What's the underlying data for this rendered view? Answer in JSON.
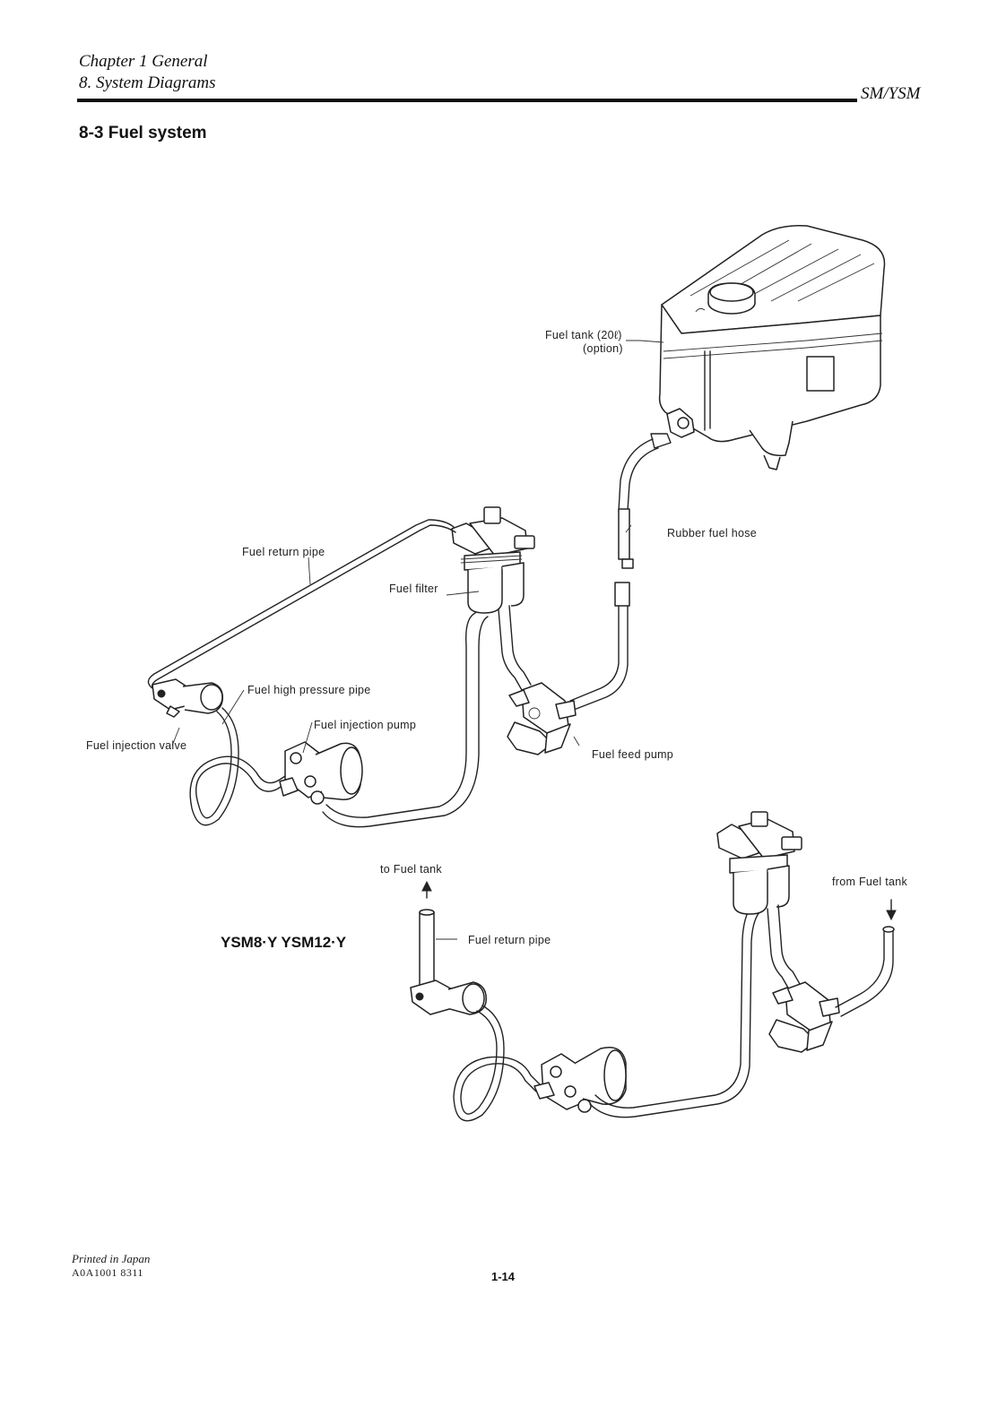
{
  "header": {
    "chapter": "Chapter 1 General",
    "section": "8. System Diagrams",
    "model": "SM/YSM"
  },
  "section_title": "8-3 Fuel system",
  "labels": {
    "fuel_tank": "Fuel tank (20ℓ)",
    "fuel_tank_option": "(option)",
    "rubber_fuel_hose": "Rubber fuel hose",
    "fuel_return_pipe": "Fuel return pipe",
    "fuel_filter": "Fuel filter",
    "fuel_high_pressure_pipe": "Fuel high pressure pipe",
    "fuel_injection_pump": "Fuel injection pump",
    "fuel_injection_valve": "Fuel injection valve",
    "fuel_feed_pump": "Fuel feed pump",
    "to_fuel_tank": "to Fuel tank",
    "from_fuel_tank": "from Fuel tank",
    "fuel_return_pipe_2": "Fuel return pipe"
  },
  "variant_title": "YSM8·Y  YSM12·Y",
  "footer": {
    "printed": "Printed in Japan",
    "code": "A0A1001 8311",
    "page": "1-14"
  }
}
